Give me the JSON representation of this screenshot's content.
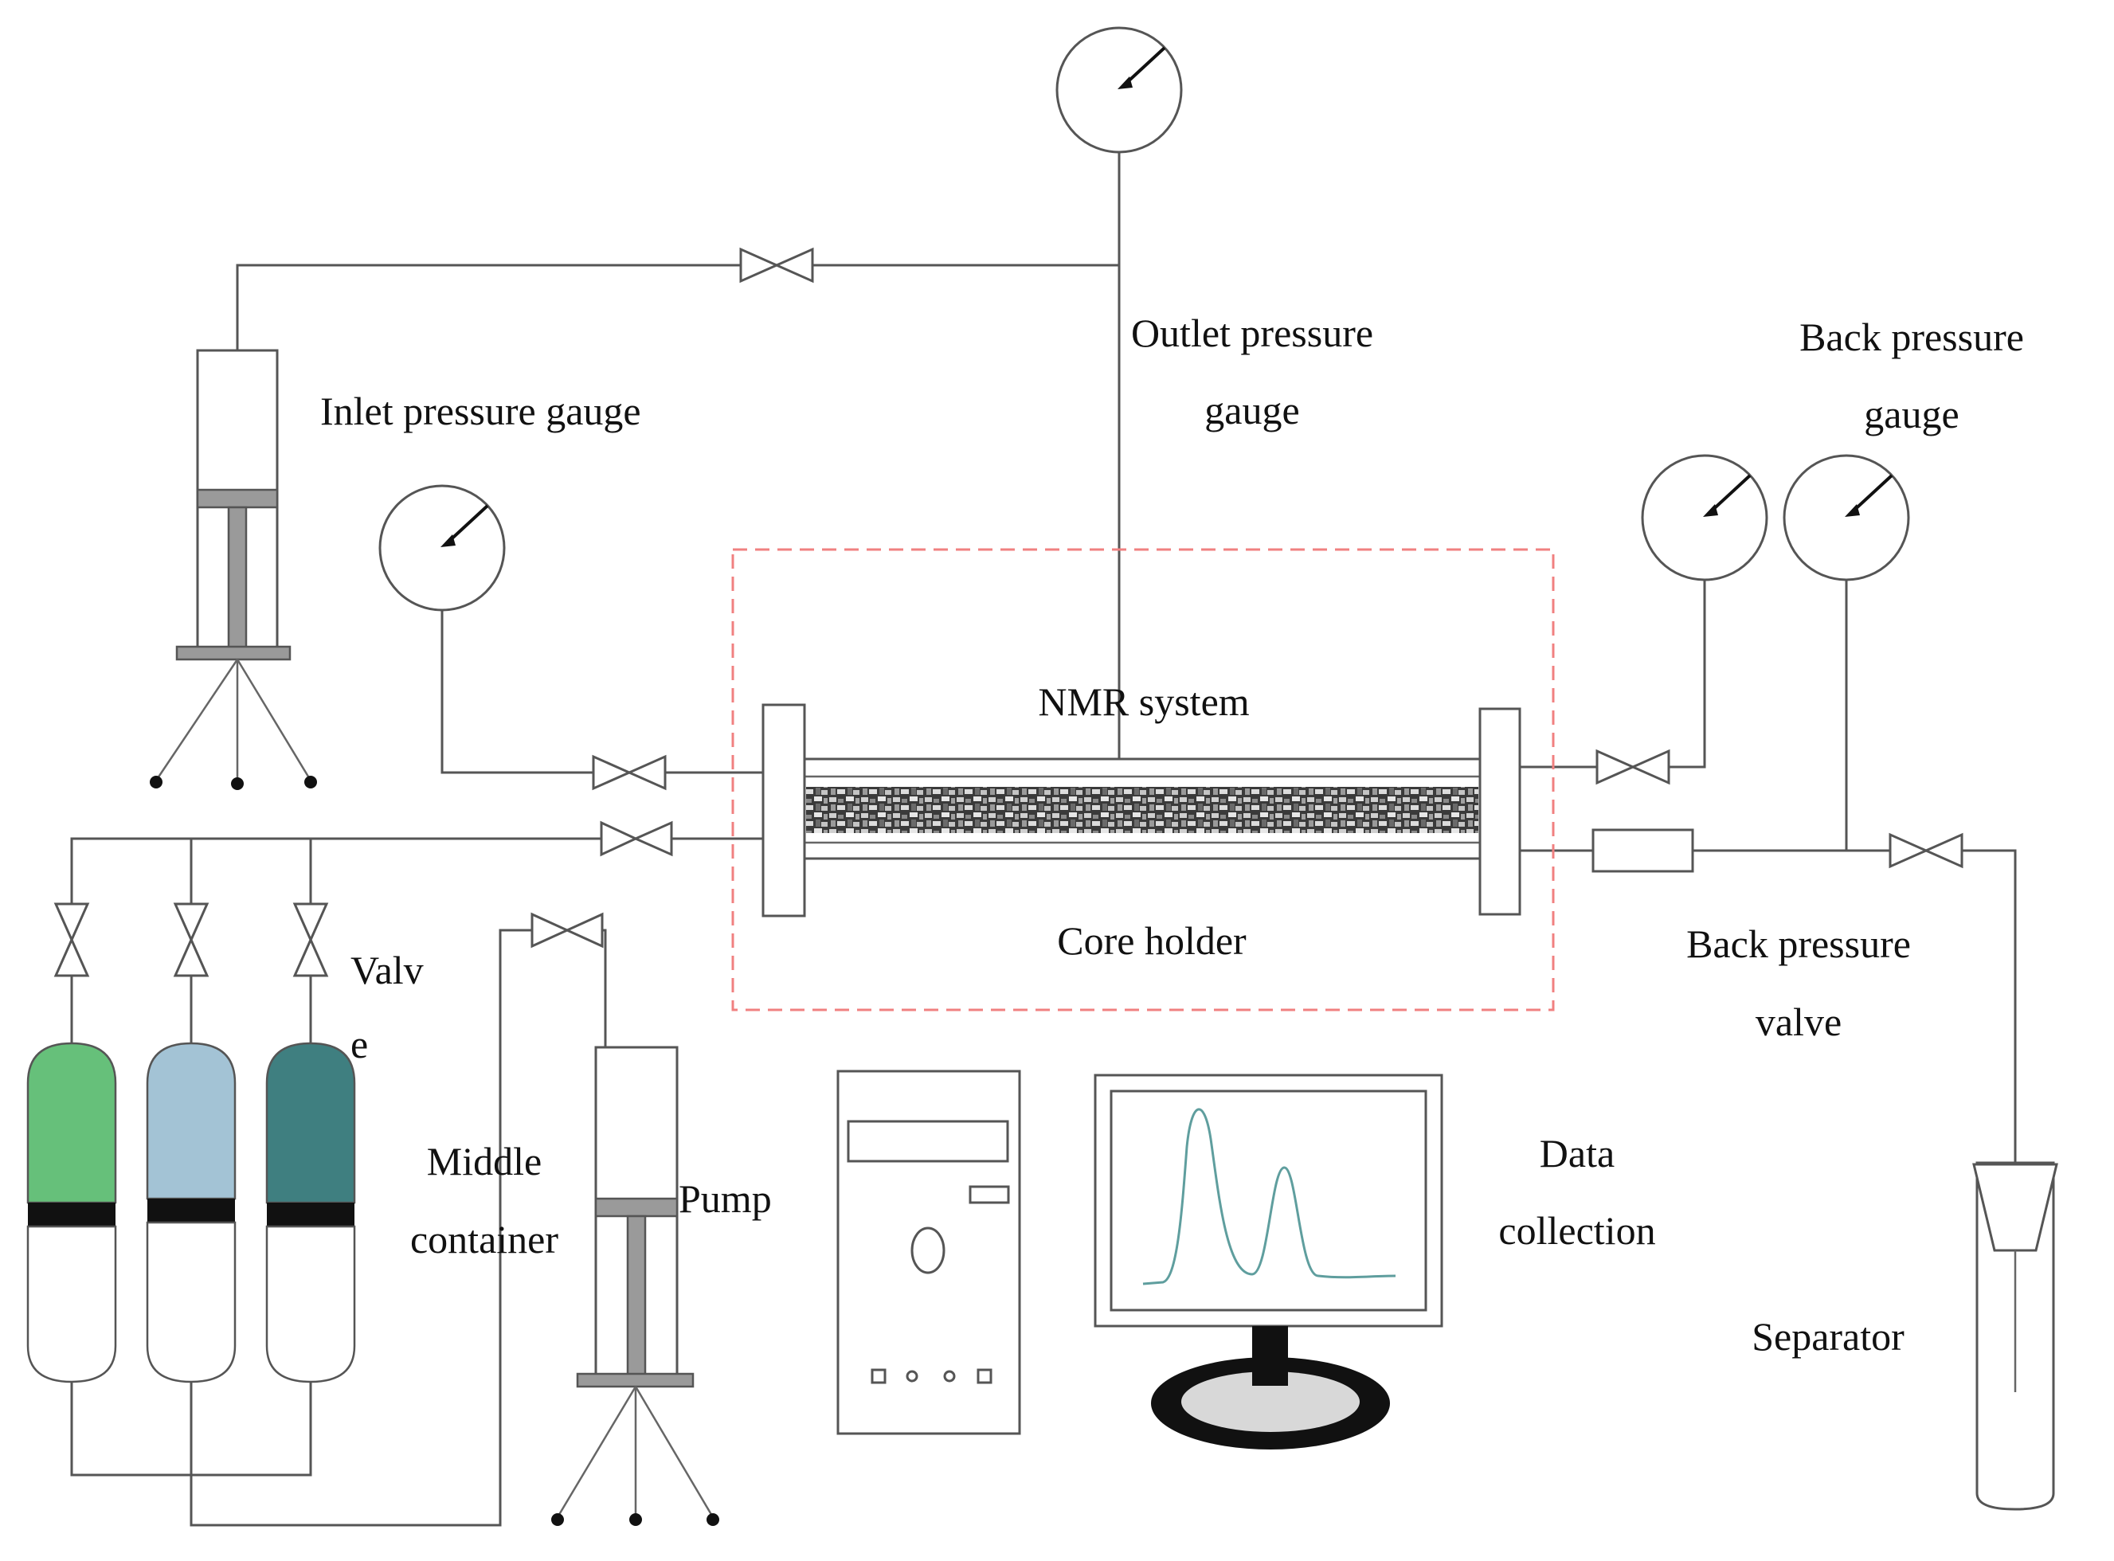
{
  "labels": {
    "inlet_gauge": "Inlet pressure gauge",
    "outlet_gauge_line1": "Outlet pressure",
    "outlet_gauge_line2": "gauge",
    "back_gauge_line1": "Back pressure",
    "back_gauge_line2": "gauge",
    "nmr_system": "NMR system",
    "core_holder": "Core holder",
    "back_valve_line1": "Back pressure",
    "back_valve_line2": "valve",
    "valve_line1": "Valv",
    "valve_line2": "e",
    "middle_line1": "Middle",
    "middle_line2": "container",
    "pump": "Pump",
    "data_line1": "Data",
    "data_line2": "collection",
    "separator": "Separator"
  },
  "colors": {
    "container_1": "#66c07a",
    "container_2": "#a3c3d5",
    "container_3": "#3f7f80",
    "nmr_box_border": "#f08080",
    "curve": "#5f9e9e"
  }
}
